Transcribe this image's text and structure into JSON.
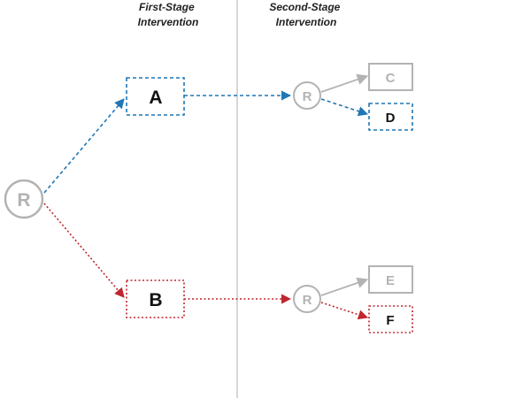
{
  "headers": {
    "first_stage": [
      "First-Stage",
      "Intervention"
    ],
    "second_stage": [
      "Second-Stage",
      "Intervention"
    ]
  },
  "randomization_label": "R",
  "nodes": {
    "A": "A",
    "B": "B",
    "C": "C",
    "D": "D",
    "E": "E",
    "F": "F"
  },
  "colors": {
    "blue": "#1f77b4",
    "red": "#c0262d",
    "gray": "#b3b3b3",
    "divider": "#c8c8c8",
    "text": "#111111"
  }
}
